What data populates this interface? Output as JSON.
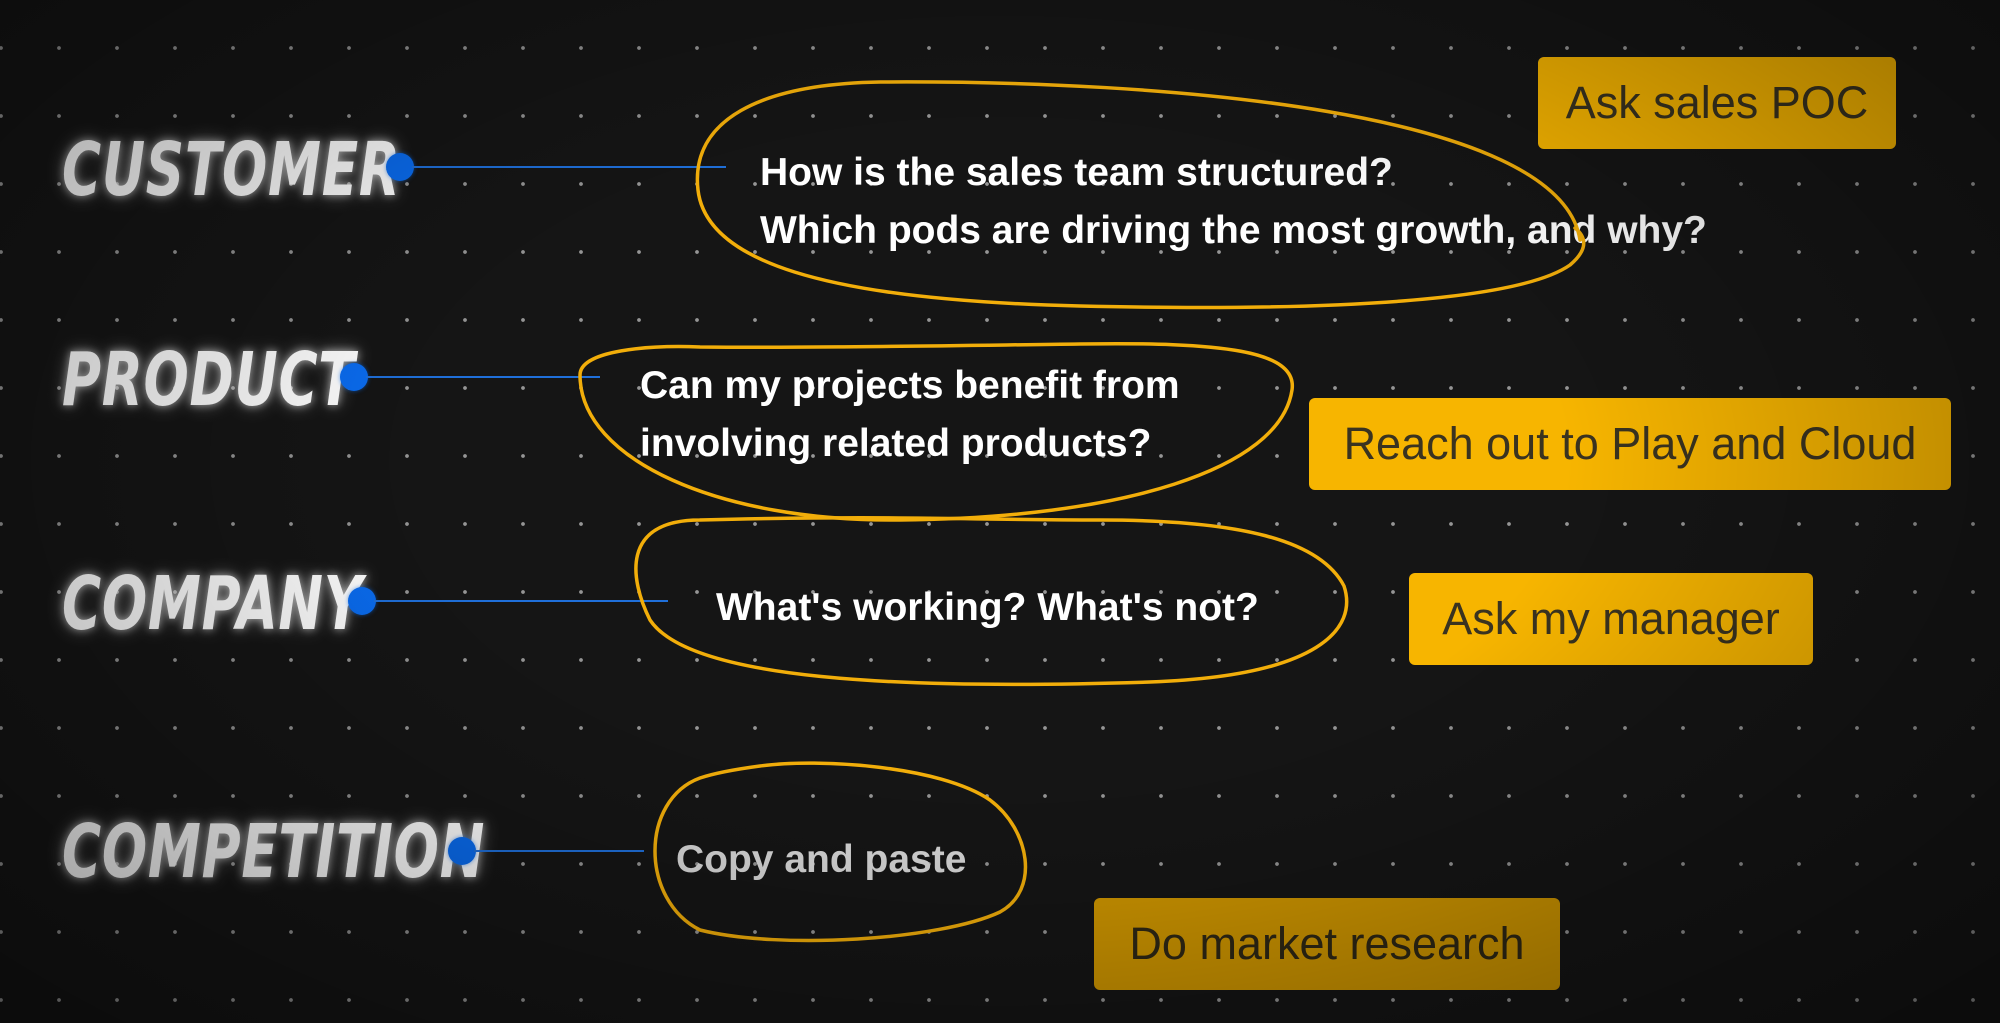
{
  "rows": [
    {
      "category": "CUSTOMER",
      "question_lines": [
        "How is the sales team structured?",
        "Which pods are driving the most growth, and why?"
      ],
      "action": "Ask sales POC"
    },
    {
      "category": "PRODUCT",
      "question_lines": [
        "Can my projects benefit from",
        "involving related products?"
      ],
      "action": "Reach out to Play and Cloud"
    },
    {
      "category": "COMPANY",
      "question_lines": [
        "What's working? What's not?"
      ],
      "action": "Ask my manager"
    },
    {
      "category": "COMPETITION",
      "question_lines": [
        "Copy and paste"
      ],
      "action": "Do market research"
    }
  ],
  "colors": {
    "background": "#151515",
    "node": "#0a6cf0",
    "connector": "#1f6fd9",
    "loop_stroke": "#f2ae0a",
    "action_fill": "#f7b500"
  }
}
